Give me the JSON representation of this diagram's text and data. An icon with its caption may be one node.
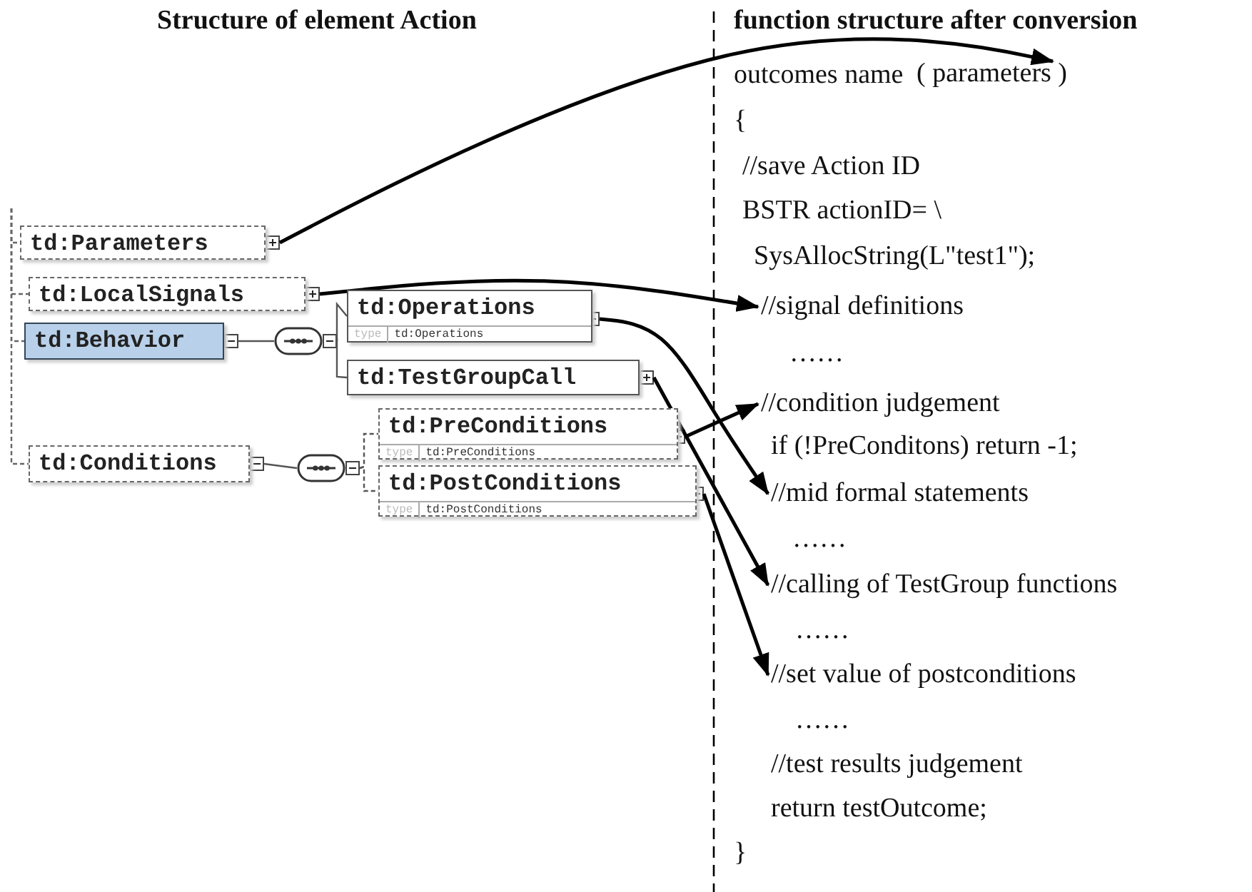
{
  "diagram": {
    "nodes": [
      {
        "text": [
          "td:Parameters"
        ]
      },
      {
        "text": [
          "td:LocalSignals"
        ]
      },
      {
        "text": [
          "td:Behavior"
        ]
      },
      {
        "text": [],
        "shape": "oval"
      },
      {
        "text": [
          "td:Operations",
          "type",
          "td:Operations"
        ]
      },
      {
        "text": [
          "td:TestGroupCall"
        ]
      },
      {
        "text": [
          "td:PreConditions",
          "type",
          "td:PreConditions"
        ]
      },
      {
        "text": [
          "td:Conditions"
        ]
      },
      {
        "text": [],
        "shape": "oval"
      },
      {
        "text": [
          "td:PostConditions",
          "type",
          "td:PostConditions"
        ]
      },
      {
        "text": [
          "( parameters )"
        ]
      },
      {
        "text": [
          "//signal definitions"
        ]
      },
      {
        "text": [
          "//condition judgement"
        ]
      },
      {
        "text": [
          "//mid formal statements"
        ]
      },
      {
        "text": [
          "//calling of TestGroup functions"
        ]
      },
      {
        "text": [
          "//set value of postconditions"
        ]
      }
    ],
    "edges": [
      {
        "from": 2,
        "to": 3,
        "arrow": "none"
      },
      {
        "from": 3,
        "to": 4,
        "arrow": "none"
      },
      {
        "from": 3,
        "to": 5,
        "arrow": "none"
      },
      {
        "from": 7,
        "to": 8,
        "arrow": "none"
      },
      {
        "from": 8,
        "to": 6,
        "arrow": "none",
        "style": "dashed"
      },
      {
        "from": 8,
        "to": 9,
        "arrow": "none",
        "style": "dashed"
      },
      {
        "from": 0,
        "to": 10,
        "arrow": "to"
      },
      {
        "from": 1,
        "to": 11,
        "arrow": "to"
      },
      {
        "from": 4,
        "to": 13,
        "arrow": "to"
      },
      {
        "from": 5,
        "to": 14,
        "arrow": "to"
      },
      {
        "from": 6,
        "to": 12,
        "arrow": "to"
      },
      {
        "from": 9,
        "to": 15,
        "arrow": "to"
      },
      {
        "from": null,
        "to": 0,
        "arrow": "none",
        "style": "dashed"
      },
      {
        "from": null,
        "to": 1,
        "arrow": "none",
        "style": "dashed"
      },
      {
        "from": null,
        "to": 2,
        "arrow": "none",
        "style": "dashed"
      },
      {
        "from": null,
        "to": 7,
        "arrow": "none",
        "style": "dashed"
      }
    ],
    "labels": [
      "Structure of element Action",
      "function structure after conversion",
      "outcomes name",
      "{",
      "//save Action ID",
      "BSTR actionID= \\",
      "SysAllocString(L\"test1\");",
      "……",
      "if (!PreConditons) return -1;",
      "……",
      "……",
      "……",
      "//test results judgement",
      "return testOutcome;",
      "}"
    ]
  }
}
